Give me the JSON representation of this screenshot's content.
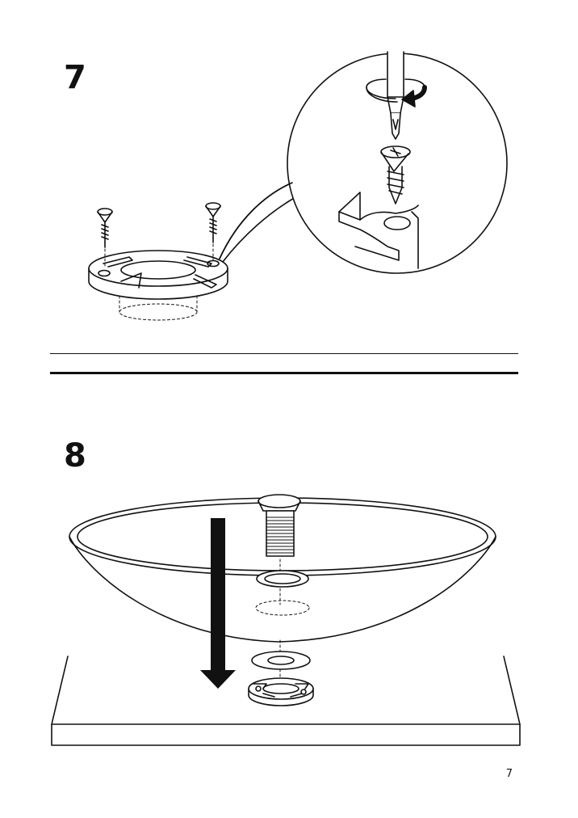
{
  "steps": [
    {
      "number": "7"
    },
    {
      "number": "8"
    }
  ],
  "page": {
    "number": "7"
  },
  "icons": {
    "step7": [
      "screw-icon",
      "screwdriver-icon",
      "rotation-arrow-icon",
      "mounting-ring-icon",
      "detail-magnifier-icon"
    ],
    "step8": [
      "basin-icon",
      "drain-icon",
      "washer-icon",
      "locknut-icon",
      "down-arrow-icon",
      "countertop-icon"
    ]
  }
}
